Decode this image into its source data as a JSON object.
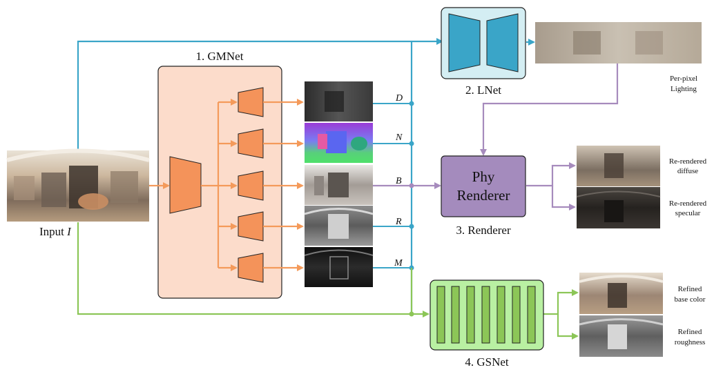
{
  "input": {
    "label": "Input ",
    "symbol": "I"
  },
  "gmnet": {
    "title": "1. GMNet"
  },
  "maps": [
    {
      "symbol": "D"
    },
    {
      "symbol": "N"
    },
    {
      "symbol": "B"
    },
    {
      "symbol": "R"
    },
    {
      "symbol": "M"
    }
  ],
  "lnet": {
    "title": "2. LNet",
    "output_line1": "Per-pixel",
    "output_line2": "Lighting"
  },
  "renderer": {
    "title": "3. Renderer",
    "block_line1": "Phy",
    "block_line2": "Renderer",
    "output1_line1": "Re-rendered",
    "output1_line2": "diffuse",
    "output2_line1": "Re-rendered",
    "output2_line2": "specular"
  },
  "gsnet": {
    "title": "4. GSNet",
    "output1_line1": "Refined",
    "output1_line2": "base color",
    "output2_line1": "Refined",
    "output2_line2": "roughness"
  },
  "colors": {
    "blue": "#3aa5c8",
    "orange": "#f49a5a",
    "green": "#8cc657",
    "purple": "#a68bbd",
    "gmnet_fill": "#fcdccb",
    "lnet_fill": "#d4eef3",
    "renderer_fill": "#a48bbd",
    "gsnet_fill": "#b9f0a2"
  }
}
